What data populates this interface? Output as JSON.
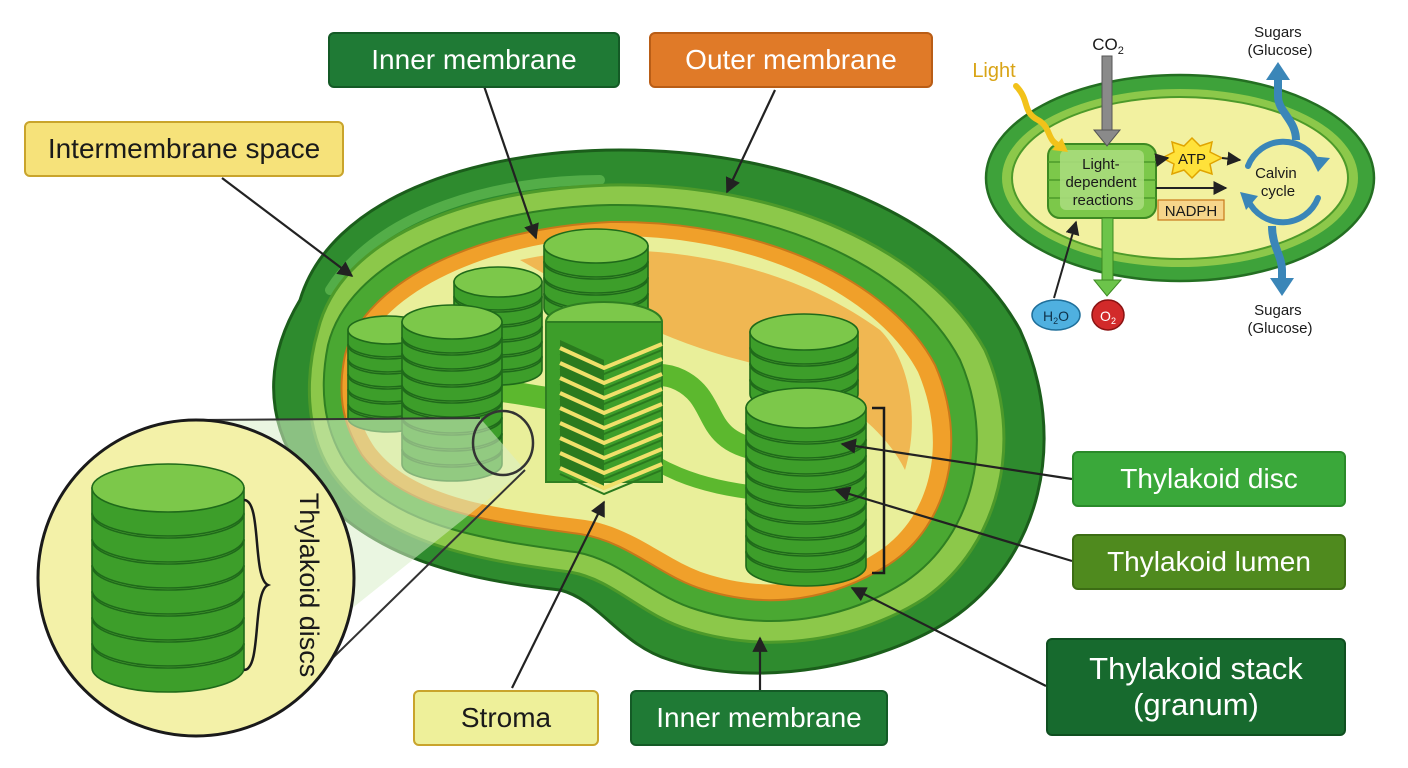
{
  "labels": {
    "inner_membrane_top": "Inner membrane",
    "outer_membrane": "Outer membrane",
    "intermembrane_space": "Intermembrane space",
    "thylakoid_disc": "Thylakoid disc",
    "thylakoid_lumen": "Thylakoid lumen",
    "thylakoid_stack": "Thylakoid stack (granum)",
    "stroma": "Stroma",
    "inner_membrane_bottom": "Inner membrane",
    "inset_thylakoid_discs": "Thylakoid discs"
  },
  "photosynthesis_inset": {
    "light": "Light",
    "co2": "CO",
    "co2_sub": "2",
    "sugars_top_line1": "Sugars",
    "sugars_top_line2": "(Glucose)",
    "light_dependent_line1": "Light-",
    "light_dependent_line2": "dependent",
    "light_dependent_line3": "reactions",
    "atp": "ATP",
    "nadph": "NADPH",
    "calvin_line1": "Calvin",
    "calvin_line2": "cycle",
    "h2o_h": "H",
    "h2o_sub": "2",
    "h2o_o": "O",
    "o2": "O",
    "o2_sub": "2",
    "sugars_bottom_line1": "Sugars",
    "sugars_bottom_line2": "(Glucose)"
  },
  "colors": {
    "outer_green": "#2e8b2e",
    "inner_green": "#5cb82e",
    "membrane_orange": "#f0a02a",
    "stroma_yellow": "#e9ef9a",
    "disc_green": "#3d9e2a",
    "disc_light": "#7cc84a",
    "calvin_blue": "#3a86b8",
    "atp_yellow": "#ffe23a"
  }
}
